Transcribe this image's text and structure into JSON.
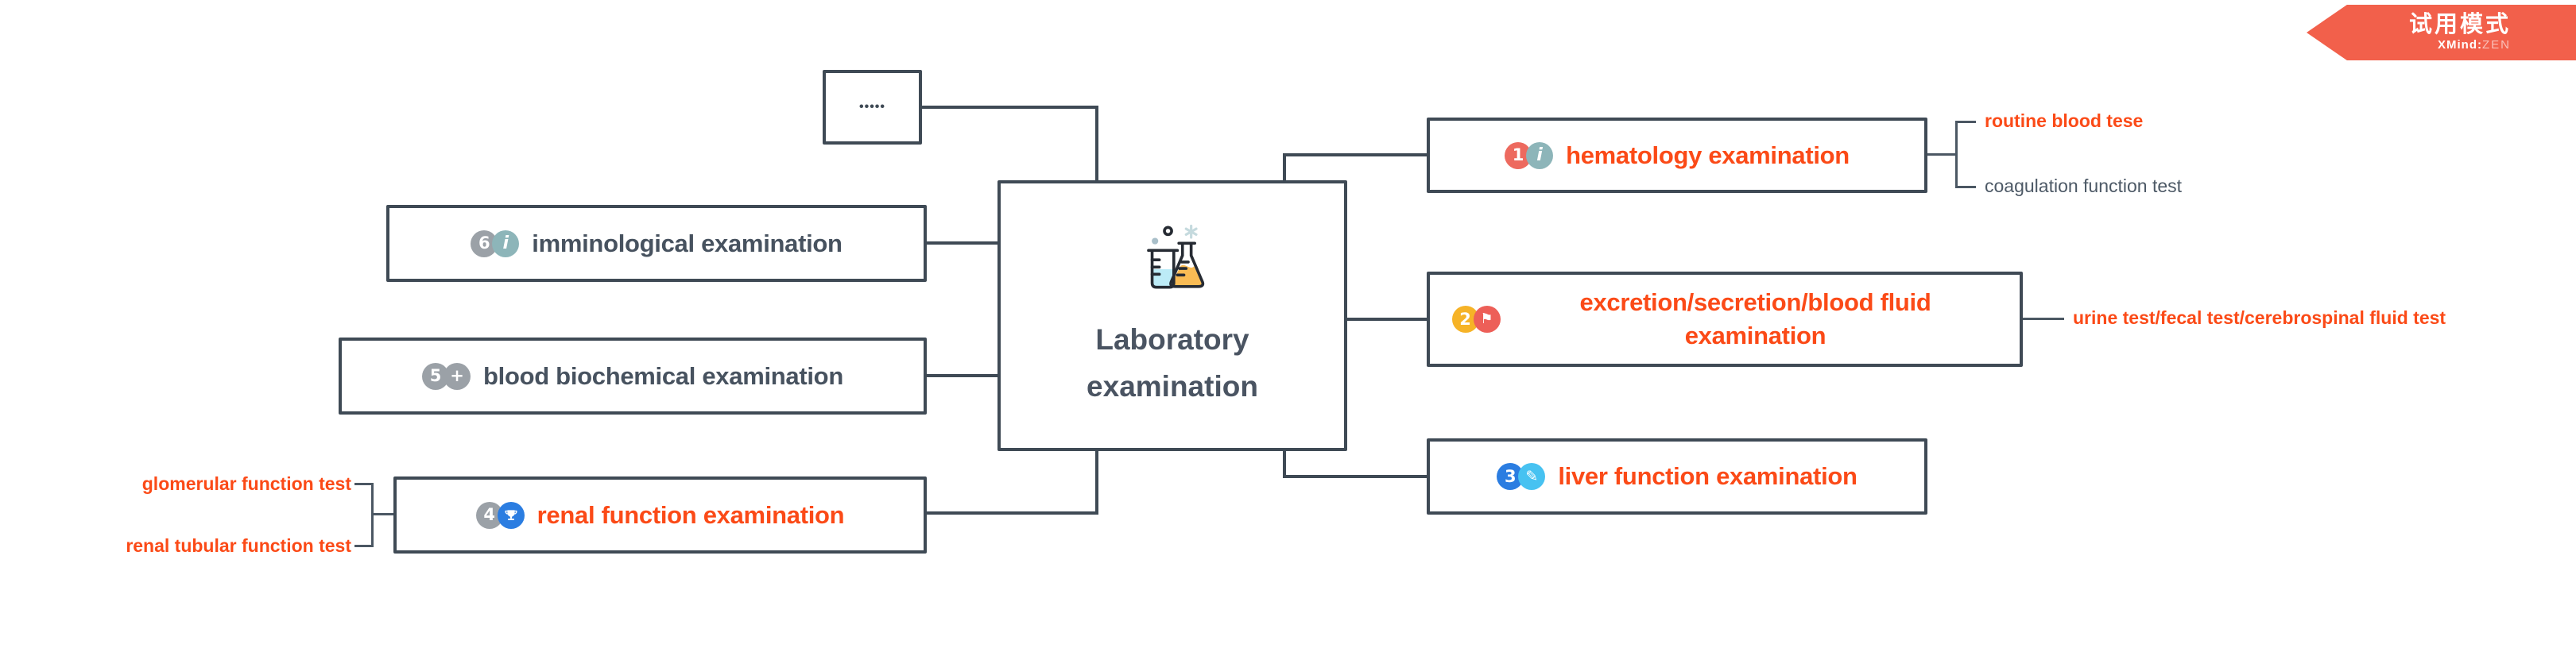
{
  "trial_badge": {
    "title": "试用模式",
    "brand": "XMind:",
    "brand_suffix": "ZEN",
    "color": "#f2604b"
  },
  "root": {
    "line1": "Laboratory",
    "line2": "examination",
    "icon": "flask-beaker-icon"
  },
  "collapsed": {
    "dots": "•••••"
  },
  "topics": {
    "imminological": {
      "label": "imminological examination",
      "markers": [
        {
          "name": "numbered-marker-6",
          "glyph": "6",
          "color": "#9ba1a7"
        },
        {
          "name": "info-marker",
          "glyph": "i",
          "color": "#8db5b9"
        }
      ]
    },
    "blood": {
      "label": "blood biochemical examination",
      "markers": [
        {
          "name": "numbered-marker-5",
          "glyph": "5",
          "color": "#9ba1a7"
        },
        {
          "name": "plus-marker",
          "glyph": "+",
          "color": "#9ba1a7"
        }
      ]
    },
    "renal": {
      "label": "renal function examination",
      "markers": [
        {
          "name": "numbered-marker-4",
          "glyph": "4",
          "color": "#9ba1a7"
        },
        {
          "name": "trophy-marker",
          "glyph": "",
          "color": "#2b7de1"
        }
      ],
      "children": [
        {
          "label": "glomerular function test",
          "style": "red"
        },
        {
          "label": "renal tubular function test",
          "style": "red"
        }
      ]
    },
    "hematology": {
      "label": "hematology examination",
      "markers": [
        {
          "name": "numbered-marker-1",
          "glyph": "1",
          "color": "#ed6a5f"
        },
        {
          "name": "info-marker",
          "glyph": "i",
          "color": "#8db5b9"
        }
      ],
      "children": [
        {
          "label": "routine blood tese",
          "style": "red"
        },
        {
          "label": "coagulation function test",
          "style": "gray"
        }
      ]
    },
    "excretion": {
      "label": "excretion/secretion/blood fluid examination",
      "markers": [
        {
          "name": "numbered-marker-2",
          "glyph": "2",
          "color": "#f6b327"
        },
        {
          "name": "flag-marker",
          "glyph": "⚑",
          "color": "#ed5f58"
        }
      ],
      "children": [
        {
          "label": "urine test/fecal test/cerebrospinal fluid test",
          "style": "red"
        }
      ]
    },
    "liver": {
      "label": "liver function examination",
      "markers": [
        {
          "name": "numbered-marker-3",
          "glyph": "3",
          "color": "#2b7de1"
        },
        {
          "name": "pencil-marker",
          "glyph": "✎",
          "color": "#47c2f1"
        }
      ]
    }
  },
  "colors": {
    "connector": "#3f4a55",
    "topic_text": "#47525f",
    "highlight_red": "#fb4a17",
    "child_gray": "#4d5966",
    "flask_orange": "#f8bb54",
    "flask_cyan": "#bcebf7"
  }
}
